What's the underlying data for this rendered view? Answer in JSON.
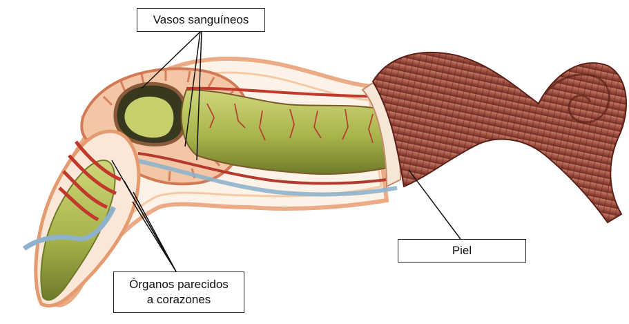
{
  "labels": {
    "vasos": "Vasos sanguíneos",
    "piel": "Piel",
    "organos_line1": "Órganos parecidos",
    "organos_line2": "a corazones"
  },
  "colors": {
    "skin": "#a8584a",
    "skin_dark": "#7a3328",
    "intestine": "#b8c35a",
    "vessel": "#c0392b",
    "nerve": "#8fb2cc"
  }
}
